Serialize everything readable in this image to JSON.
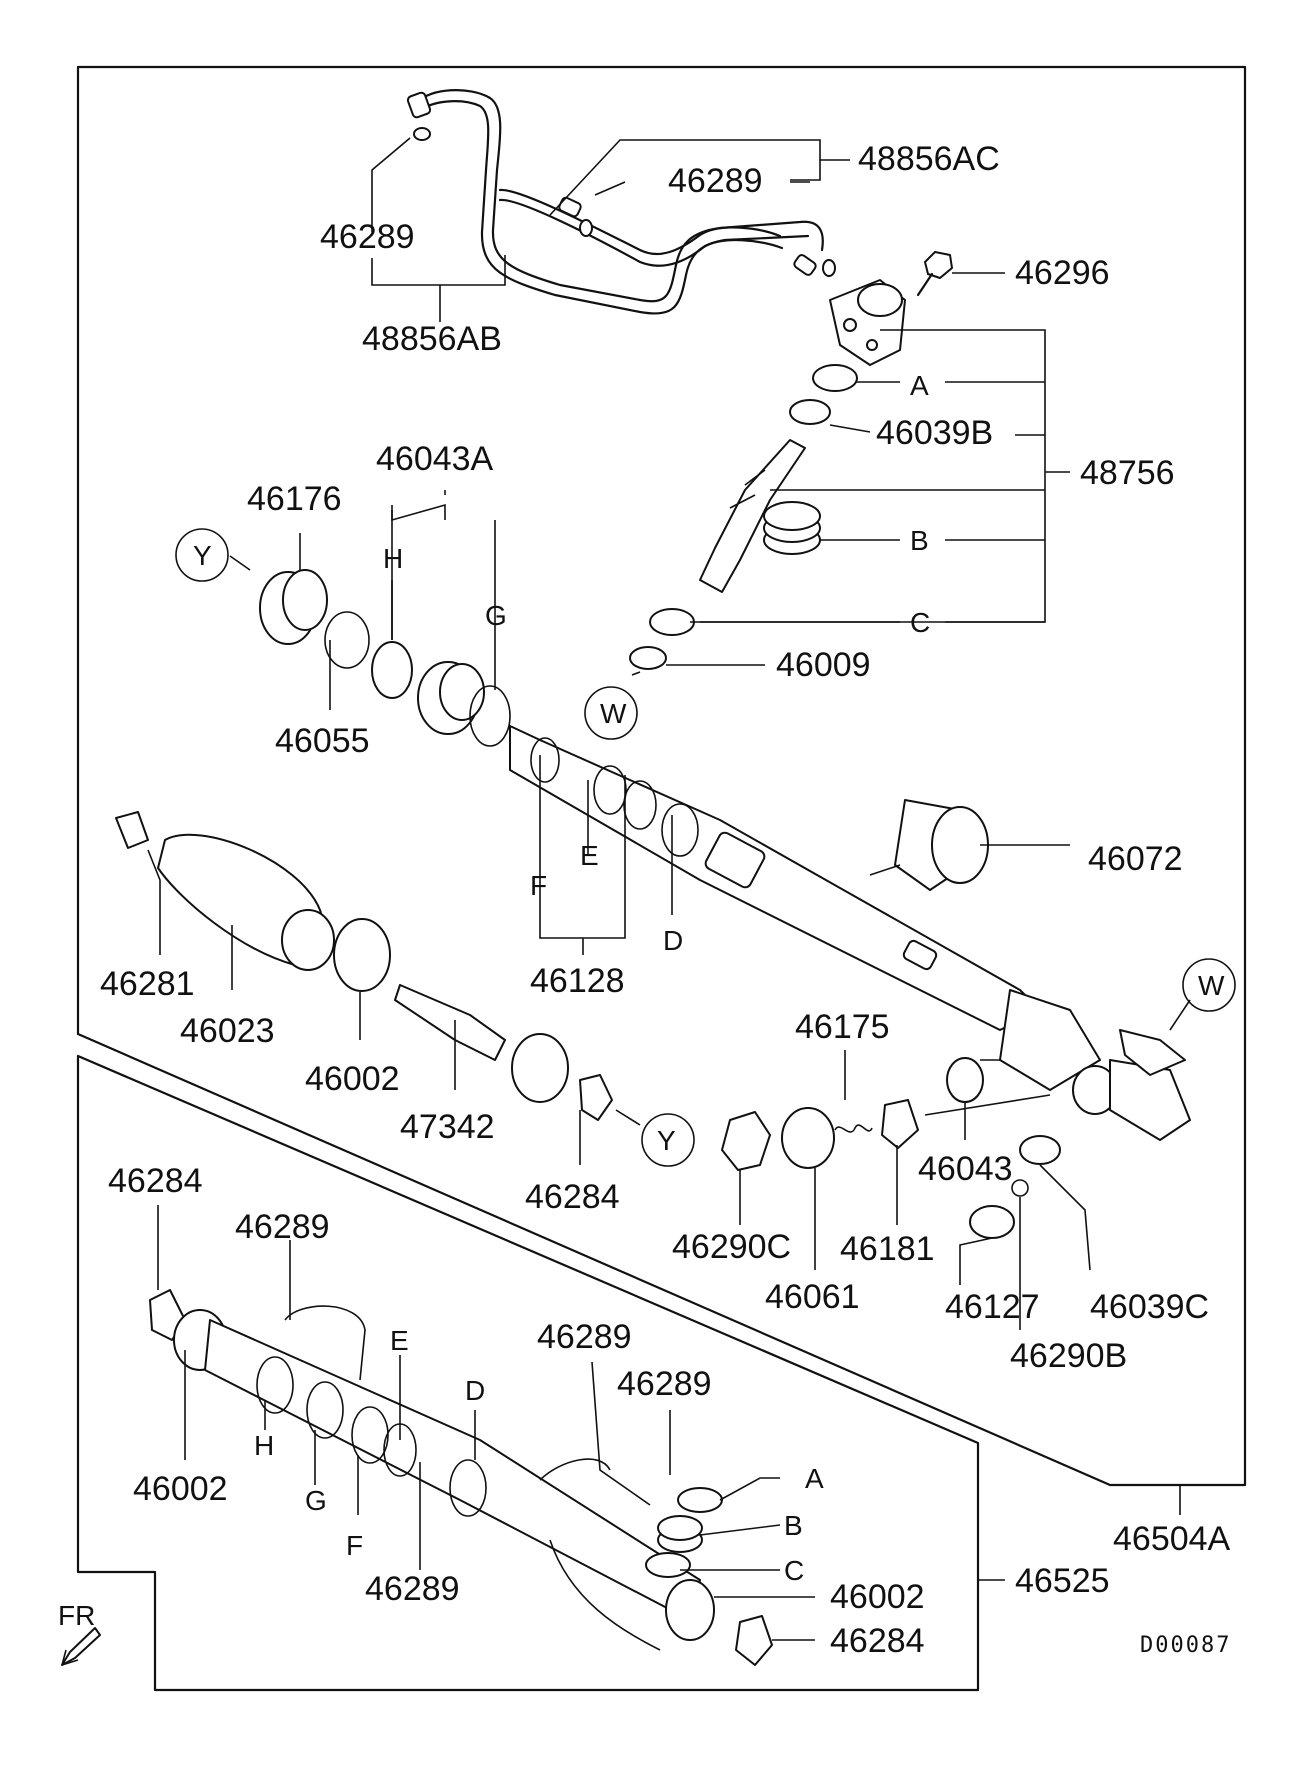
{
  "labels": {
    "l48856AC": "48856AC",
    "l46289_top": "46289",
    "l46289_left": "46289",
    "l48856AB": "48856AB",
    "l46296": "46296",
    "lA_top": "A",
    "l46039B": "46039B",
    "l48756": "48756",
    "lB_top": "B",
    "lC_top": "C",
    "l46009": "46009",
    "lW_top": "W",
    "l46043A": "46043A",
    "l46176": "46176",
    "lY_left": "Y",
    "lH_top": "H",
    "lG_top": "G",
    "l46055": "46055",
    "l46072": "46072",
    "lF_top": "F",
    "lE_top": "E",
    "lD_top": "D",
    "l46128": "46128",
    "l46281": "46281",
    "l46023": "46023",
    "l46002_top": "46002",
    "l47342": "47342",
    "l46284_mid": "46284",
    "lY_mid": "Y",
    "l46175": "46175",
    "lW_right": "W",
    "l46043": "46043",
    "l46290C": "46290C",
    "l46061": "46061",
    "l46181": "46181",
    "l46127": "46127",
    "l46039C": "46039C",
    "l46290B": "46290B",
    "l46504A": "46504A",
    "l46284_bl": "46284",
    "l46289_bl": "46289",
    "lE_bot": "E",
    "l46289_b1": "46289",
    "l46289_b2": "46289",
    "lD_bot": "D",
    "lA_bot": "A",
    "lB_bot": "B",
    "lC_bot": "C",
    "lH_bot": "H",
    "lG_bot": "G",
    "lF_bot": "F",
    "l46002_bl": "46002",
    "l46289_b3": "46289",
    "l46002_br": "46002",
    "l46525": "46525",
    "l46284_br": "46284",
    "fr": "FR",
    "code": "D00087"
  }
}
